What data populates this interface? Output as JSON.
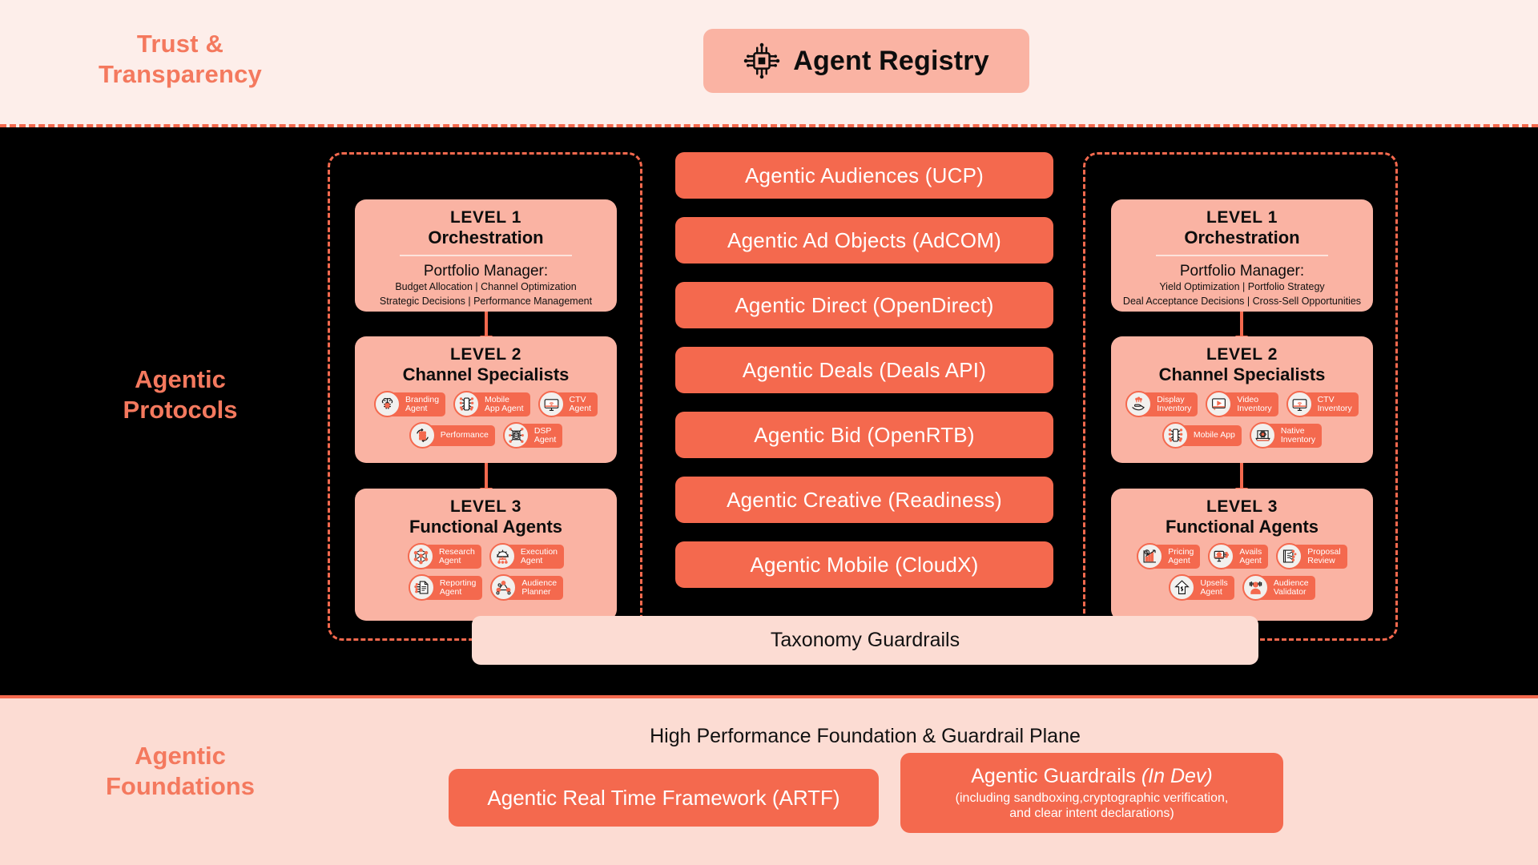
{
  "top": {
    "left_label": "Trust &\nTransparency",
    "registry": {
      "icon": "microchip-icon",
      "title": "Agent Registry"
    }
  },
  "middle": {
    "left_label": "Agentic\nProtocols",
    "taxonomy_label": "Taxonomy Guardrails",
    "protocols": [
      "Agentic Audiences (UCP)",
      "Agentic Ad Objects (AdCOM)",
      "Agentic Direct (OpenDirect)",
      "Agentic Deals (Deals API)",
      "Agentic Bid (OpenRTB)",
      "Agentic Creative (Readiness)",
      "Agentic Mobile (CloudX)"
    ],
    "left_stack": {
      "level1": {
        "level": "LEVEL 1",
        "title": "Orchestration",
        "role": "Portfolio Manager:",
        "lines": [
          "Budget Allocation | Channel Optimization",
          "Strategic Decisions | Performance Management"
        ]
      },
      "level2": {
        "level": "LEVEL 2",
        "title": "Channel Specialists",
        "row1": [
          {
            "label": "Branding\nAgent",
            "icon": "brain-chip-icon"
          },
          {
            "label": "Mobile\nApp Agent",
            "icon": "mobile-network-icon"
          },
          {
            "label": "CTV\nAgent",
            "icon": "tv-wifi-icon"
          }
        ],
        "row2": [
          {
            "label": "Performance",
            "icon": "server-refresh-icon"
          },
          {
            "label": "DSP\nAgent",
            "icon": "database-nodes-icon"
          }
        ]
      },
      "level3": {
        "level": "LEVEL 3",
        "title": "Functional Agents",
        "row1": [
          {
            "label": "Research\nAgent",
            "icon": "network-graph-icon"
          },
          {
            "label": "Execution\nAgent",
            "icon": "gear-flow-icon"
          }
        ],
        "row2": [
          {
            "label": "Reporting\nAgent",
            "icon": "document-circuit-icon"
          },
          {
            "label": "Audience\nPlanner",
            "icon": "people-network-icon"
          }
        ]
      }
    },
    "right_stack": {
      "level1": {
        "level": "LEVEL 1",
        "title": "Orchestration",
        "role": "Portfolio Manager:",
        "lines": [
          "Yield Optimization | Portfolio Strategy",
          "Deal Acceptance Decisions | Cross-Sell Opportunities"
        ]
      },
      "level2": {
        "level": "LEVEL 2",
        "title": "Channel Specialists",
        "row1": [
          {
            "label": "Display\nInventory",
            "icon": "hand-signal-icon"
          },
          {
            "label": "Video\nInventory",
            "icon": "video-play-icon"
          },
          {
            "label": "CTV\nInventory",
            "icon": "tv-wifi-icon"
          }
        ],
        "row2": [
          {
            "label": "Mobile App",
            "icon": "mobile-network-icon"
          },
          {
            "label": "Native\nInventory",
            "icon": "laptop-atom-icon"
          }
        ]
      },
      "level3": {
        "level": "LEVEL 3",
        "title": "Functional Agents",
        "row1": [
          {
            "label": "Pricing\nAgent",
            "icon": "chart-dollar-icon"
          },
          {
            "label": "Avails\nAgent",
            "icon": "monitor-gear-icon"
          },
          {
            "label": "Proposal\nReview",
            "icon": "book-circuit-icon"
          }
        ],
        "row2": [
          {
            "label": "Upsells\nAgent",
            "icon": "arrow-up-dollar-icon"
          },
          {
            "label": "Audience\nValidator",
            "icon": "person-data-icon"
          }
        ]
      }
    }
  },
  "bottom": {
    "left_label": "Agentic\nFoundations",
    "plane_title": "High Performance Foundation & Guardrail Plane",
    "artf": "Agentic Real Time Framework (ARTF)",
    "guardrails_title_a": "Agentic Guardrails ",
    "guardrails_title_b": "(In Dev)",
    "guardrails_sub": "(including sandboxing,cryptographic verification,\nand clear intent declarations)"
  },
  "colors": {
    "accent": "#F4694E",
    "panel": "#FAB3A3",
    "band_top": "#FDEEEA",
    "band_bottom": "#FCDCD3",
    "canvas": "#000000"
  }
}
